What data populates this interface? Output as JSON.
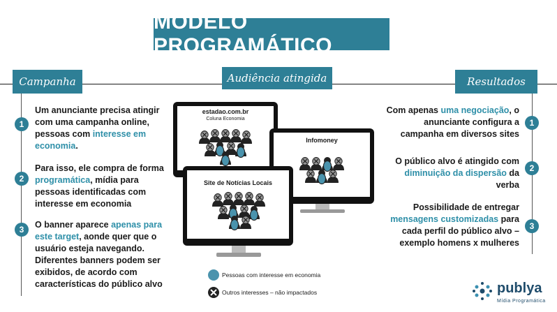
{
  "title": "MODELO PROGRAMÁTICO",
  "tags": {
    "left": "Campanha",
    "center": "Audiência atingida",
    "right": "Resultados"
  },
  "left_items": [
    {
      "num": "1",
      "parts": [
        {
          "t": "Um anunciante precisa atingir com uma campanha online, pessoas com "
        },
        {
          "t": "interesse em economia",
          "hl": true
        },
        {
          "t": "."
        }
      ]
    },
    {
      "num": "2",
      "parts": [
        {
          "t": "Para isso, ele compra de forma "
        },
        {
          "t": "programática",
          "hl": true
        },
        {
          "t": ", mídia para pessoas identificadas com interesse em economia"
        }
      ]
    },
    {
      "num": "3",
      "parts": [
        {
          "t": "O banner aparece "
        },
        {
          "t": "apenas para este target",
          "hl": true
        },
        {
          "t": ", aonde quer que o usuário esteja navegando. Diferentes banners podem ser exibidos, de acordo com características do público alvo"
        }
      ]
    }
  ],
  "right_items": [
    {
      "num": "1",
      "parts": [
        {
          "t": "Com apenas "
        },
        {
          "t": "uma negociação",
          "hl": true
        },
        {
          "t": ", o anunciante configura a campanha em diversos sites"
        }
      ]
    },
    {
      "num": "2",
      "parts": [
        {
          "t": "O público alvo é atingido com "
        },
        {
          "t": "diminuição da dispersão",
          "hl": true
        },
        {
          "t": " da verba"
        }
      ]
    },
    {
      "num": "3",
      "parts": [
        {
          "t": "Possibilidade de entregar "
        },
        {
          "t": "mensagens customizadas",
          "hl": true
        },
        {
          "t": " para cada perfil do público alvo – exemplo homens x mulheres"
        }
      ]
    }
  ],
  "monitors": {
    "m1": {
      "site": "estadao.com.br",
      "sub": "Coluna Economia"
    },
    "m2": {
      "site": "Infomoney"
    },
    "m3": {
      "site": "Site de Notícias Locais"
    }
  },
  "legend": {
    "target": "Pessoas com interesse em economia",
    "other": "Outros interesses – não impactados"
  },
  "brand": {
    "name": "publya",
    "sub": "Mídia Programática"
  },
  "colors": {
    "accent": "#2e7f96",
    "highlight": "#2e8fa8",
    "person_target": "#4a93ad",
    "person_other": "#888888"
  }
}
